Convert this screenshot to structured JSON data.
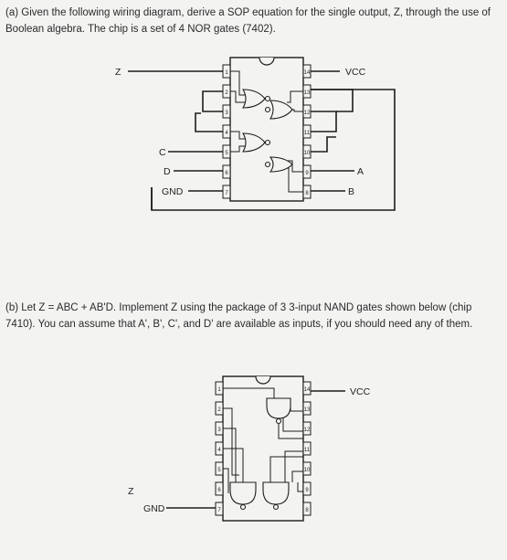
{
  "part_a": {
    "text": "(a) Given the following wiring diagram, derive a SOP equation for the single output, Z, through the use of Boolean algebra. The chip is a set of 4 NOR gates (7402).",
    "labels": {
      "z": "Z",
      "vcc": "VCC",
      "c": "C",
      "d": "D",
      "gnd": "GND",
      "a": "A",
      "b": "B"
    },
    "left_pins": [
      "1",
      "2",
      "3",
      "4",
      "5",
      "6",
      "7"
    ],
    "right_pins": [
      "14",
      "13",
      "12",
      "11",
      "10",
      "9",
      "8"
    ]
  },
  "part_b": {
    "text": "(b) Let Z = ABC + AB'D. Implement Z using the package of 3 3-input NAND gates shown below (chip 7410). You can assume that A', B', C', and D' are available as inputs, if you should need any of them.",
    "labels": {
      "z": "Z",
      "vcc": "VCC",
      "gnd": "GND"
    },
    "left_pins": [
      "1",
      "2",
      "3",
      "4",
      "5",
      "6",
      "7"
    ],
    "right_pins": [
      "14",
      "13",
      "12",
      "11",
      "10",
      "9",
      "8"
    ]
  }
}
